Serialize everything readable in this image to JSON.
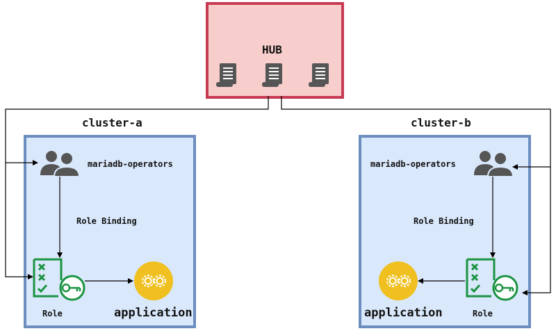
{
  "hub": {
    "label": "HUB",
    "policy_icons": [
      "policy-scroll-icon",
      "policy-scroll-icon",
      "policy-scroll-icon"
    ]
  },
  "clusters": [
    {
      "name": "cluster-a",
      "group": "mariadb-operators",
      "binding": "Role Binding",
      "role": "Role",
      "app": "application"
    },
    {
      "name": "cluster-b",
      "group": "mariadb-operators",
      "binding": "Role Binding",
      "role": "Role",
      "app": "application"
    }
  ],
  "colors": {
    "hub_fill": "#f8cecc",
    "hub_border": "#c73b52",
    "cluster_fill": "#dae8fc",
    "cluster_border": "#6c8ebf",
    "role_green": "#1a9341",
    "app_yellow": "#f0c020",
    "icon_gray": "#555555"
  }
}
